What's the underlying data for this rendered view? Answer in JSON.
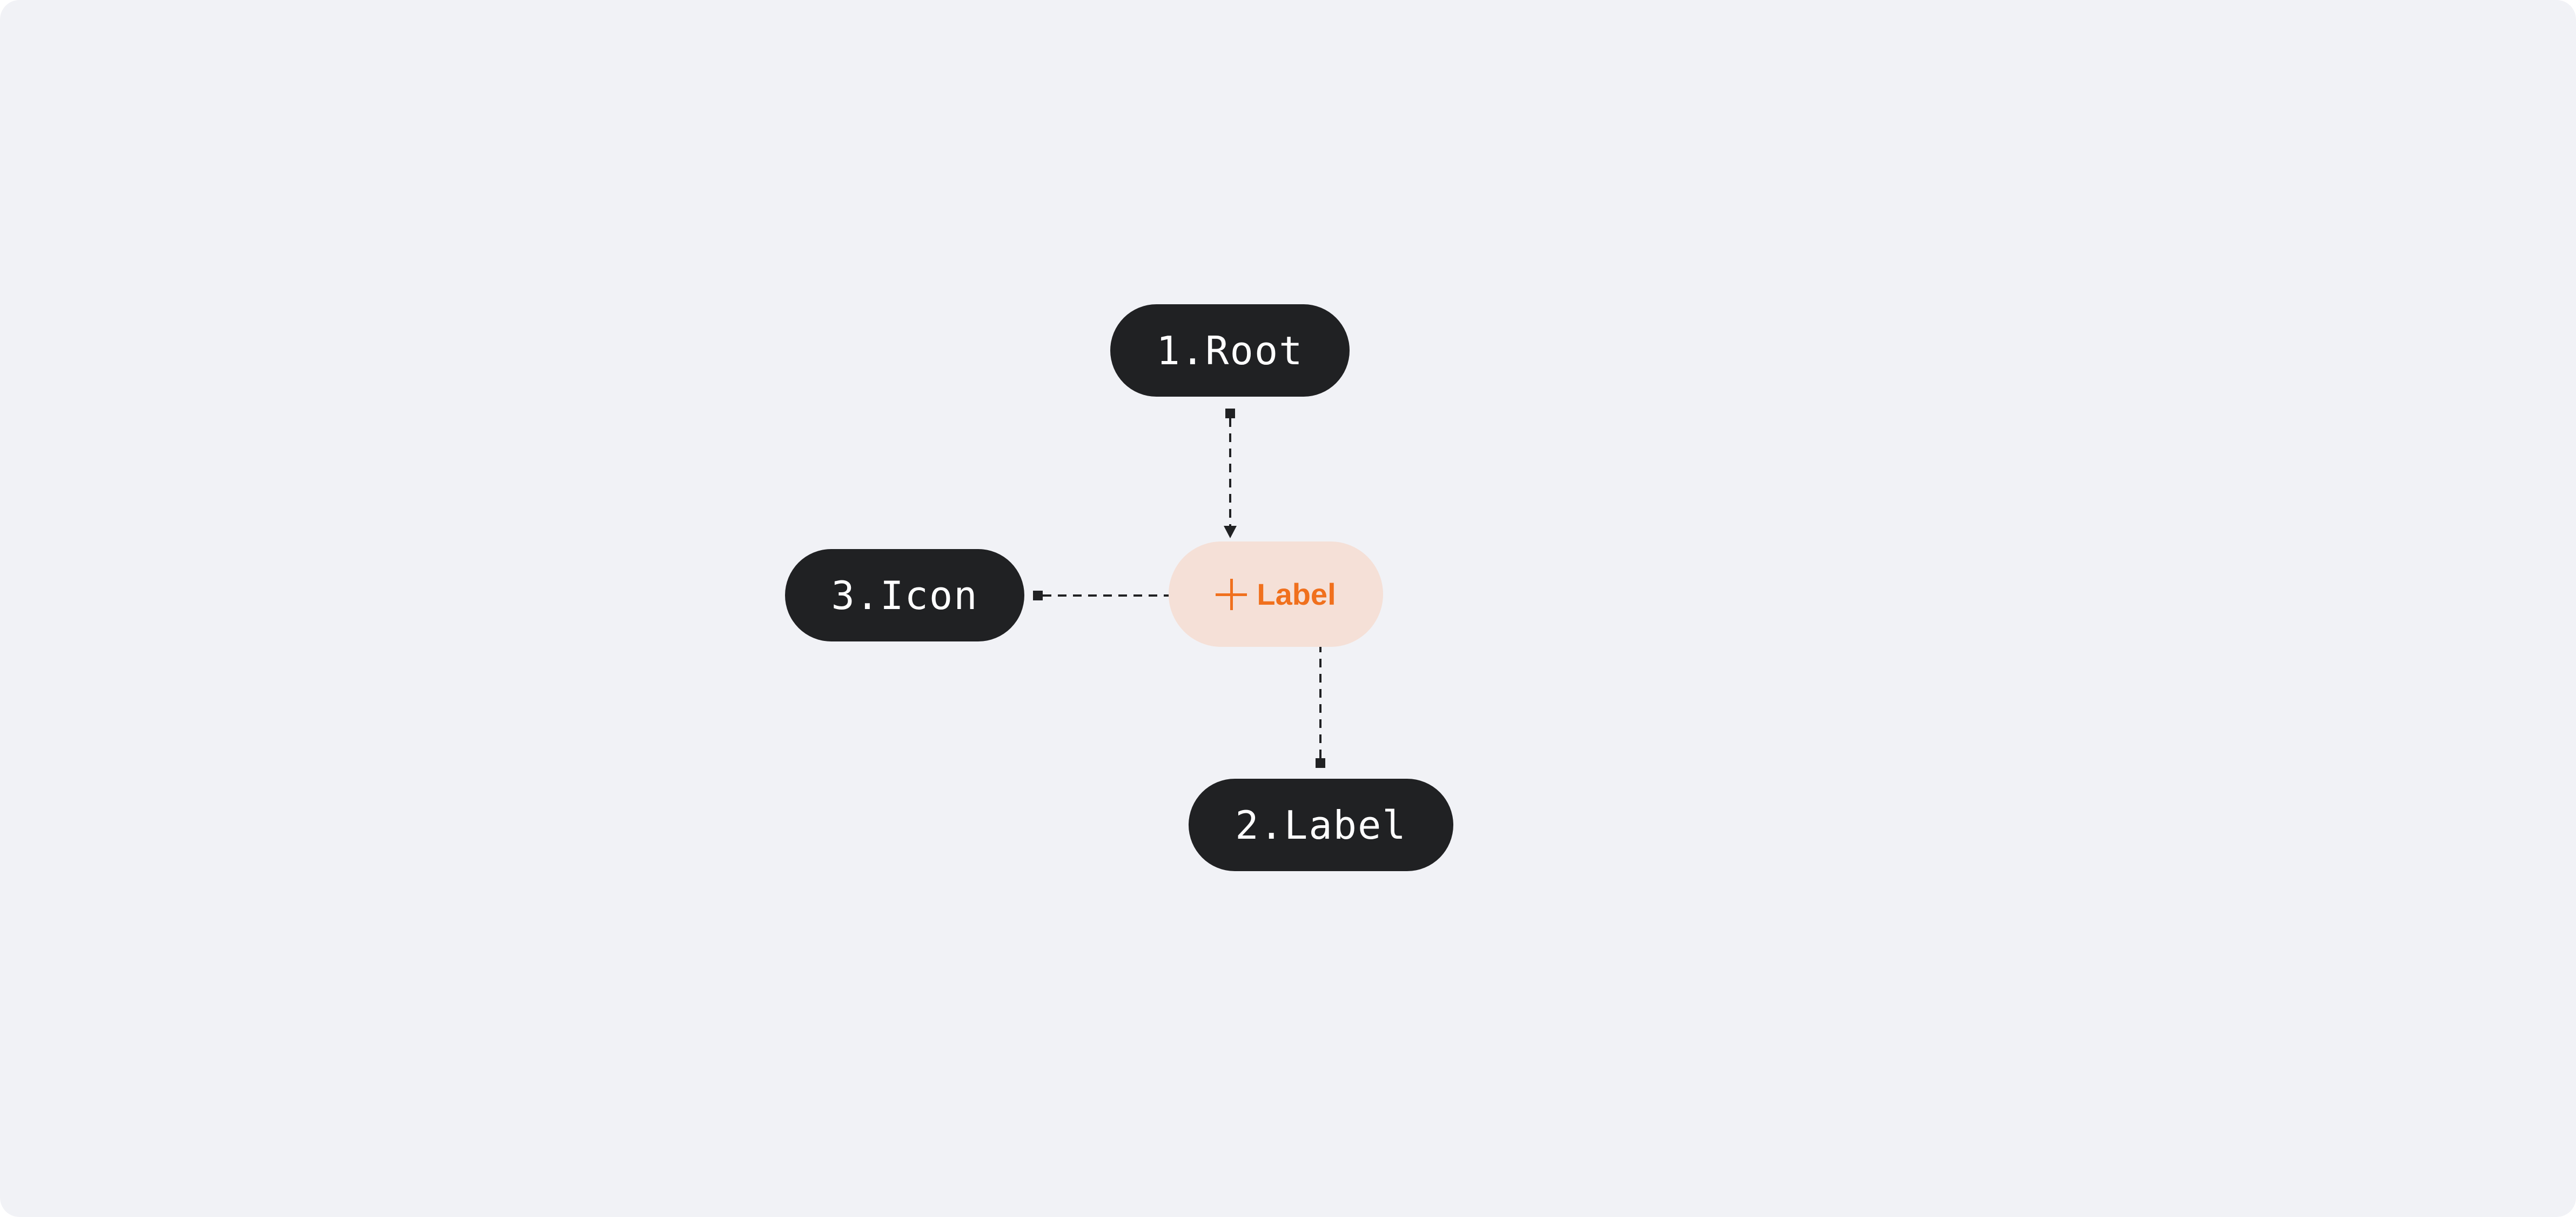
{
  "callouts": {
    "root": "1.Root",
    "label": "2.Label",
    "icon": "3.Icon"
  },
  "component": {
    "label": "Label",
    "icon": "plus-icon",
    "accent_color": "#f0701d",
    "background_color": "#f5e0d7"
  },
  "colors": {
    "callout_background": "#202123",
    "callout_text": "#ffffff",
    "canvas_background": "#f1f2f6",
    "connector": "#202123"
  }
}
